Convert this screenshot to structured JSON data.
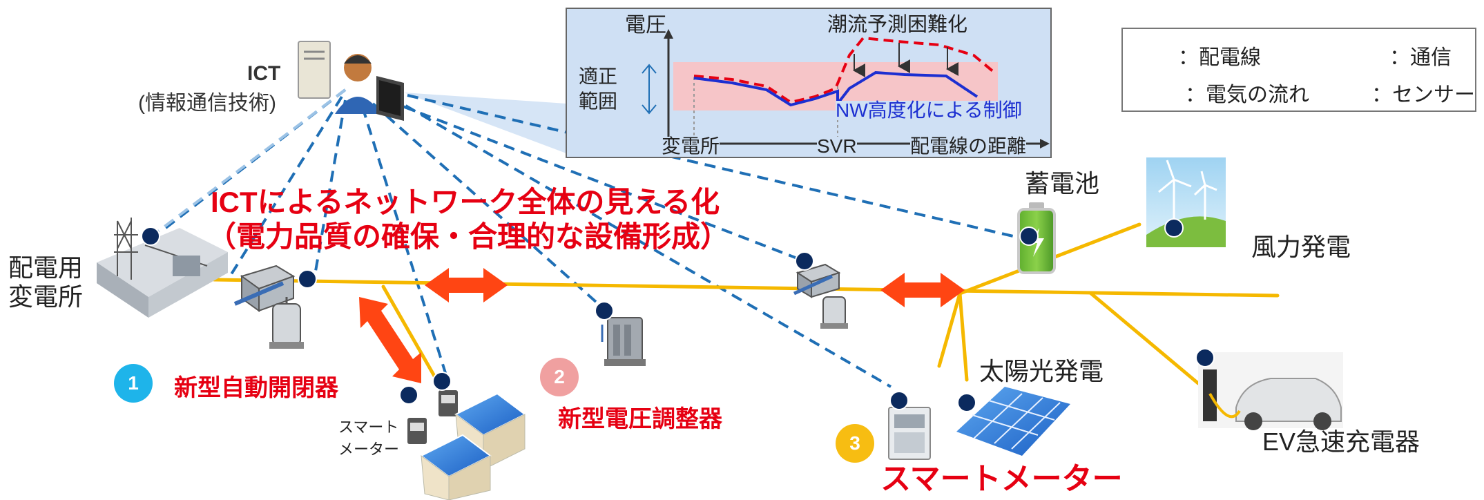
{
  "inset_chart": {
    "y_axis_label": "電圧",
    "band_label_line1": "適正",
    "band_label_line2": "範囲",
    "annotation_top": "潮流予測困難化",
    "annotation_control": "NW高度化による制御",
    "x_tick_substation": "変電所",
    "x_tick_svr": "SVR",
    "x_axis_label": "配電線の距離"
  },
  "legend": {
    "distribution_line": "：配電線",
    "communication": "：通信",
    "electricity_flow": "：電気の流れ",
    "sensor": "：センサー"
  },
  "labels": {
    "ict_title": "ICT",
    "ict_subtitle": "(情報通信技術)",
    "headline_1": "ICTによるネットワーク全体の見える化",
    "headline_2": "（電力品質の確保・合理的な設備形成）",
    "substation_line1": "配電用",
    "substation_line2": "変電所",
    "battery": "蓄電池",
    "wind": "風力発電",
    "solar": "太陽光発電",
    "ev_charger": "EV急速充電器",
    "smart_meter_small_1": "スマート",
    "smart_meter_small_2": "メーター",
    "item1": "新型自動開閉器",
    "item2": "新型電圧調整器",
    "item3": "スマートメーター"
  },
  "badges": {
    "one": "1",
    "two": "2",
    "three": "3"
  },
  "colors": {
    "distribution_line": "#f5b800",
    "communication": "#1f6fb5",
    "flow_arrow": "#ff4513",
    "sensor": "#0b2a5e",
    "emphasis_red": "#e60012",
    "badge1": "#1eb4ea",
    "badge2": "#f0a0a0",
    "badge3": "#f7bd12"
  }
}
